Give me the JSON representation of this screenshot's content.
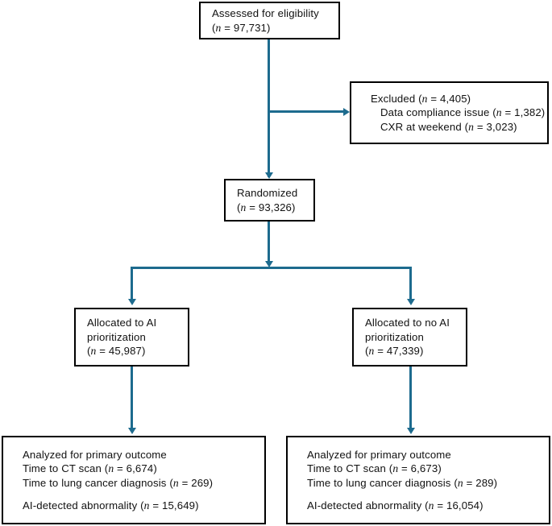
{
  "diagram": {
    "type": "CONSORT-style participant flow diagram",
    "accent_color": "#1d6b8e",
    "box_border_color": "#000000",
    "background_color": "#ffffff",
    "nodes": {
      "assessed": {
        "line1": "Assessed for eligibility",
        "line2_pre": "(",
        "line2_n": "n",
        "line2_post": " = 97,731)"
      },
      "excluded": {
        "line1_pre": "Excluded (",
        "line1_n": "n",
        "line1_post": " = 4,405)",
        "line2_pre": "Data compliance issue (",
        "line2_n": "n",
        "line2_post": " = 1,382)",
        "line3_pre": "CXR at weekend (",
        "line3_n": "n",
        "line3_post": " = 3,023)"
      },
      "randomized": {
        "line1": "Randomized",
        "line2_pre": "(",
        "line2_n": "n",
        "line2_post": " = 93,326)"
      },
      "allocated_ai": {
        "line1": "Allocated to AI",
        "line2": "prioritization",
        "line3_pre": "(",
        "line3_n": "n",
        "line3_post": " = 45,987)"
      },
      "allocated_no_ai": {
        "line1": "Allocated to no AI",
        "line2": "prioritization",
        "line3_pre": "(",
        "line3_n": "n",
        "line3_post": " = 47,339)"
      },
      "analyzed_ai": {
        "line1": "Analyzed for primary outcome",
        "line2_pre": "Time to CT scan (",
        "line2_n": "n",
        "line2_post": " = 6,674)",
        "line3_pre": "Time to lung cancer diagnosis (",
        "line3_n": "n",
        "line3_post": " = 269)",
        "line4_pre": "AI-detected abnormality (",
        "line4_n": "n",
        "line4_post": " = 15,649)"
      },
      "analyzed_no_ai": {
        "line1": "Analyzed for primary outcome",
        "line2_pre": "Time to CT scan (",
        "line2_n": "n",
        "line2_post": " = 6,673)",
        "line3_pre": "Time to lung cancer diagnosis (",
        "line3_n": "n",
        "line3_post": " = 289)",
        "line4_pre": "AI-detected abnormality (",
        "line4_n": "n",
        "line4_post": " = 16,054)"
      }
    },
    "counts": {
      "assessed_for_eligibility": 97731,
      "excluded_total": 4405,
      "excluded_data_compliance_issue": 1382,
      "excluded_cxr_at_weekend": 3023,
      "randomized": 93326,
      "allocated_ai_prioritization": 45987,
      "allocated_no_ai_prioritization": 47339,
      "ai_time_to_ct_scan": 6674,
      "ai_time_to_lung_cancer_diagnosis": 269,
      "ai_detected_abnormality_ai_arm": 15649,
      "no_ai_time_to_ct_scan": 6673,
      "no_ai_time_to_lung_cancer_diagnosis": 289,
      "ai_detected_abnormality_no_ai_arm": 16054
    }
  }
}
